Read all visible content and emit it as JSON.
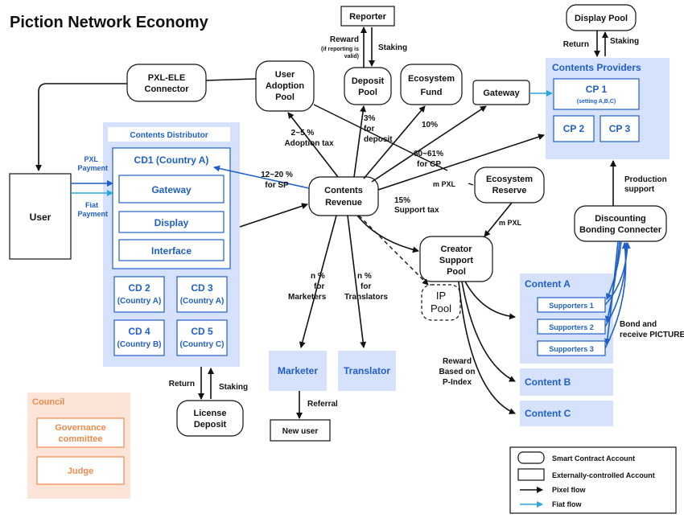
{
  "title": "Piction Network Economy",
  "nodes": {
    "reporter": "Reporter",
    "display_pool": "Display Pool",
    "pxl_ele_1": "PXL-ELE",
    "pxl_ele_2": "Connector",
    "user_adoption_1": "User",
    "user_adoption_2": "Adoption",
    "user_adoption_3": "Pool",
    "deposit_pool_1": "Deposit",
    "deposit_pool_2": "Pool",
    "ecosystem_fund_1": "Ecosystem",
    "ecosystem_fund_2": "Fund",
    "gateway_top": "Gateway",
    "contents_revenue_1": "Contents",
    "contents_revenue_2": "Revenue",
    "ecosystem_reserve_1": "Ecosystem",
    "ecosystem_reserve_2": "Reserve",
    "creator_support_1": "Creator",
    "creator_support_2": "Support",
    "creator_support_3": "Pool",
    "ip_pool_1": "IP",
    "ip_pool_2": "Pool",
    "discounting_1": "Discounting",
    "discounting_2": "Bonding Connecter",
    "user": "User",
    "license_deposit_1": "License",
    "license_deposit_2": "Deposit",
    "new_user": "New user",
    "marketer": "Marketer",
    "translator": "Translator"
  },
  "contents_distributor": {
    "header": "Contents Distributor",
    "cd1": "CD1 (Country A)",
    "gateway": "Gateway",
    "display": "Display",
    "interface": "Interface",
    "cd2_1": "CD 2",
    "cd2_2": "(Country A)",
    "cd3_1": "CD 3",
    "cd3_2": "(Country A)",
    "cd4_1": "CD 4",
    "cd4_2": "(Country B)",
    "cd5_1": "CD 5",
    "cd5_2": "(Country C)"
  },
  "contents_providers": {
    "header": "Contents Providers",
    "cp1": "CP 1",
    "cp1_sub": "(setting A,B,C)",
    "cp2": "CP 2",
    "cp3": "CP 3"
  },
  "contents": {
    "content_a": "Content A",
    "supporters_1": "Supporters 1",
    "supporters_2": "Supporters 2",
    "supporters_3": "Supporters 3",
    "content_b": "Content B",
    "content_c": "Content C"
  },
  "council": {
    "header": "Council",
    "governance_1": "Governance",
    "governance_2": "committee",
    "judge": "Judge"
  },
  "labels": {
    "reward": "Reward",
    "reward_sub": "(if reporting is",
    "reward_sub2": "valid)",
    "staking_reporter": "Staking",
    "return_display": "Return",
    "staking_display": "Staking",
    "pxl_payment_1": "PXL",
    "pxl_payment_2": "Payment",
    "fiat_payment_1": "Fiat",
    "fiat_payment_2": "Payment",
    "adoption_1": "2~5 %",
    "adoption_2": "Adoption tax",
    "deposit_1": "3%",
    "deposit_2": "for",
    "deposit_3": "deposit",
    "eco_fund_pct": "10%",
    "cp_1": "60~61%",
    "cp_2": "for CP",
    "sp_1": "12~20 %",
    "sp_2": "for SP",
    "m_pxl_1": "m PXL",
    "support_1": "15%",
    "support_2": "Support tax",
    "m_pxl_2": "m PXL",
    "production_1": "Production",
    "production_2": "support",
    "marketers_1": "n %",
    "marketers_2": "for",
    "marketers_3": "Marketers",
    "translators_1": "n %",
    "translators_2": "for",
    "translators_3": "Translators",
    "reward_p_1": "Reward",
    "reward_p_2": "Based on",
    "reward_p_3": "P-Index",
    "bond_1": "Bond and",
    "bond_2": "receive PICTURE",
    "return_license": "Return",
    "staking_license": "Staking",
    "referral": "Referral"
  },
  "legend": {
    "smart_contract": "Smart Contract Account",
    "externally_controlled": "Externally-controlled Account",
    "pixel_flow": "Pixel flow",
    "fiat_flow": "Fiat flow"
  },
  "colors": {
    "panel_blue": "#d6e2fb",
    "text_blue": "#1f5fc8",
    "council_bg": "#fde4d8",
    "council_text": "#f08a4b",
    "fiat_arrow": "#2aa7e0"
  }
}
